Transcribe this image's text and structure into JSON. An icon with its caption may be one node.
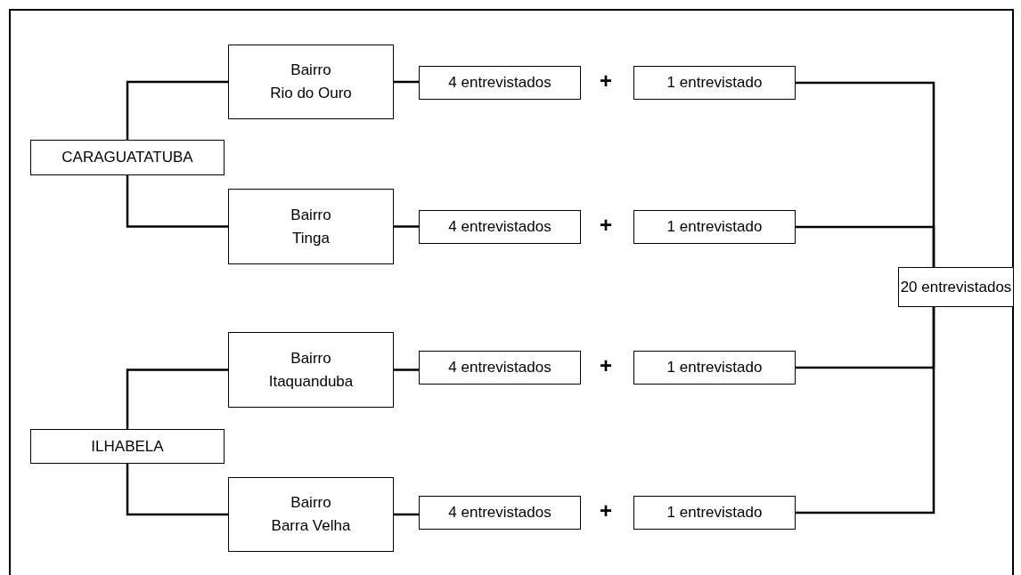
{
  "diagram": {
    "nodes": [
      {
        "text": [
          "CARAGUATATUBA"
        ]
      },
      {
        "text": [
          "Bairro",
          "Rio do Ouro"
        ]
      },
      {
        "text": [
          "4 entrevistados"
        ]
      },
      {
        "text": [
          "1 entrevistado"
        ]
      },
      {
        "text": [
          "Bairro",
          "Tinga"
        ]
      },
      {
        "text": [
          "4 entrevistados"
        ]
      },
      {
        "text": [
          "1 entrevistado"
        ]
      },
      {
        "text": [
          "20 entrevistados"
        ]
      },
      {
        "text": [
          "ILHABELA"
        ]
      },
      {
        "text": [
          "Bairro",
          "Itaquanduba"
        ]
      },
      {
        "text": [
          "4 entrevistados"
        ]
      },
      {
        "text": [
          "1 entrevistado"
        ]
      },
      {
        "text": [
          "Bairro",
          "Barra Velha"
        ]
      },
      {
        "text": [
          "4 entrevistados"
        ]
      },
      {
        "text": [
          "1 entrevistado"
        ]
      }
    ],
    "edges": [
      {
        "from": 0,
        "to": 1,
        "arrow": "none"
      },
      {
        "from": 0,
        "to": 4,
        "arrow": "none"
      },
      {
        "from": 1,
        "to": 2,
        "arrow": "none"
      },
      {
        "from": 4,
        "to": 5,
        "arrow": "none"
      },
      {
        "from": 3,
        "to": 7,
        "arrow": "none"
      },
      {
        "from": 6,
        "to": 7,
        "arrow": "none"
      },
      {
        "from": 8,
        "to": 9,
        "arrow": "none"
      },
      {
        "from": 8,
        "to": 12,
        "arrow": "none"
      },
      {
        "from": 9,
        "to": 10,
        "arrow": "none"
      },
      {
        "from": 12,
        "to": 13,
        "arrow": "none"
      },
      {
        "from": 11,
        "to": 7,
        "arrow": "none"
      },
      {
        "from": 14,
        "to": 7,
        "arrow": "none"
      }
    ],
    "labels": [
      "+",
      "+",
      "+",
      "+"
    ]
  }
}
